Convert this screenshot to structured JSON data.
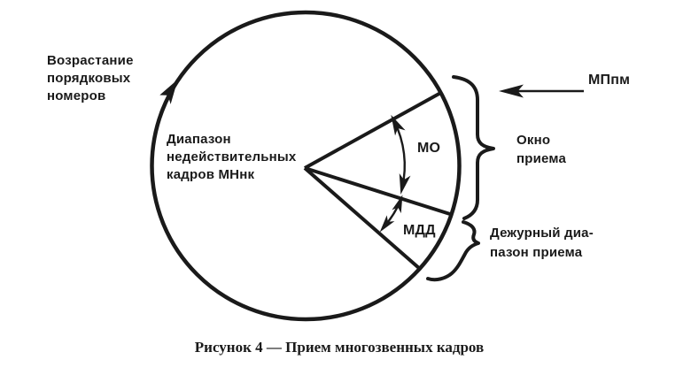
{
  "diagram": {
    "background_color": "#ffffff",
    "ink_color": "#1a1a1a",
    "increase_label": {
      "lines": [
        "Возрастание",
        "порядковых",
        "номеров"
      ]
    },
    "invalid_range_label": {
      "lines": [
        "Диапазон",
        "недействительных",
        "кадров МНнк"
      ]
    },
    "mo_label": "МО",
    "mdd_label": "МДД",
    "mppm_label": "МПпм",
    "window_label": {
      "lines": [
        "Окно",
        "приема"
      ]
    },
    "duty_label": {
      "lines": [
        "Дежурный диа-",
        "пазон приема"
      ]
    }
  },
  "caption": "Рисунок 4 — Прием многозвенных кадров"
}
